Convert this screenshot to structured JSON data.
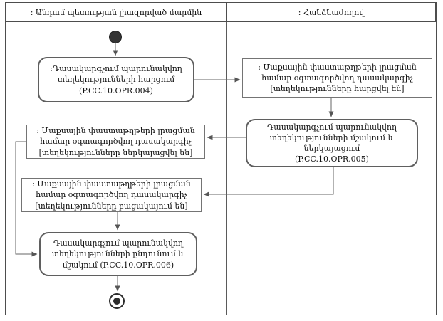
{
  "diagram": {
    "type": "uml-activity-swimlane",
    "lanes": {
      "left": {
        "title": ": Անդամ պետության լիազորված մարմին"
      },
      "right": {
        "title": ": Հանձնաժողով"
      }
    },
    "nodes": {
      "opr004": {
        "kind": "activity",
        "ref": "P.CC.10.OPR.004",
        "text": ":Դասակարգչում պարունակվող\nտեղեկությունների հարցում\n(P.CC.10.OPR.004)"
      },
      "classifier_requested": {
        "kind": "object",
        "state": "տեղեկությունները հարցվել են",
        "text": ": Մաքսային փաստաթղթերի լրացման\nհամար օգտագործվող դասակարգիչ\n[տեղեկությունները հարցվել են]"
      },
      "opr005": {
        "kind": "activity",
        "ref": "P.CC.10.OPR.005",
        "text": "Դասակարգչում պարունակվող\nտեղեկությունների մշակում և ներկայացում\n(P.CC.10.OPR.005)"
      },
      "classifier_presented": {
        "kind": "object",
        "state": "տեղեկությունները ներկայացվել են",
        "text": ": Մաքսային փաստաթղթերի լրացման\nհամար օգտագործվող դասակարգիչ\n[տեղեկությունները ներկայացվել են]"
      },
      "classifier_missing": {
        "kind": "object",
        "state": "տեղեկությունները բացակայում են",
        "text": ": Մաքսային փաստաթղթերի լրացման\nհամար օգտագործվող դասակարգիչ\n[տեղեկությունները բացակայում են]"
      },
      "opr006": {
        "kind": "activity",
        "ref": "P.CC.10.OPR.006",
        "text": "Դասակարգչում պարունակվող\nտեղեկությունների ընդունում և\nմշակում (P.CC.10.OPR.006)"
      }
    },
    "colors": {
      "frame": "#4d4d4d",
      "connector": "#666666",
      "activity_border": "#5f5f5f",
      "object_border": "#747474",
      "node_fill": "#ffffff",
      "terminal": "#2c2c2c"
    }
  }
}
